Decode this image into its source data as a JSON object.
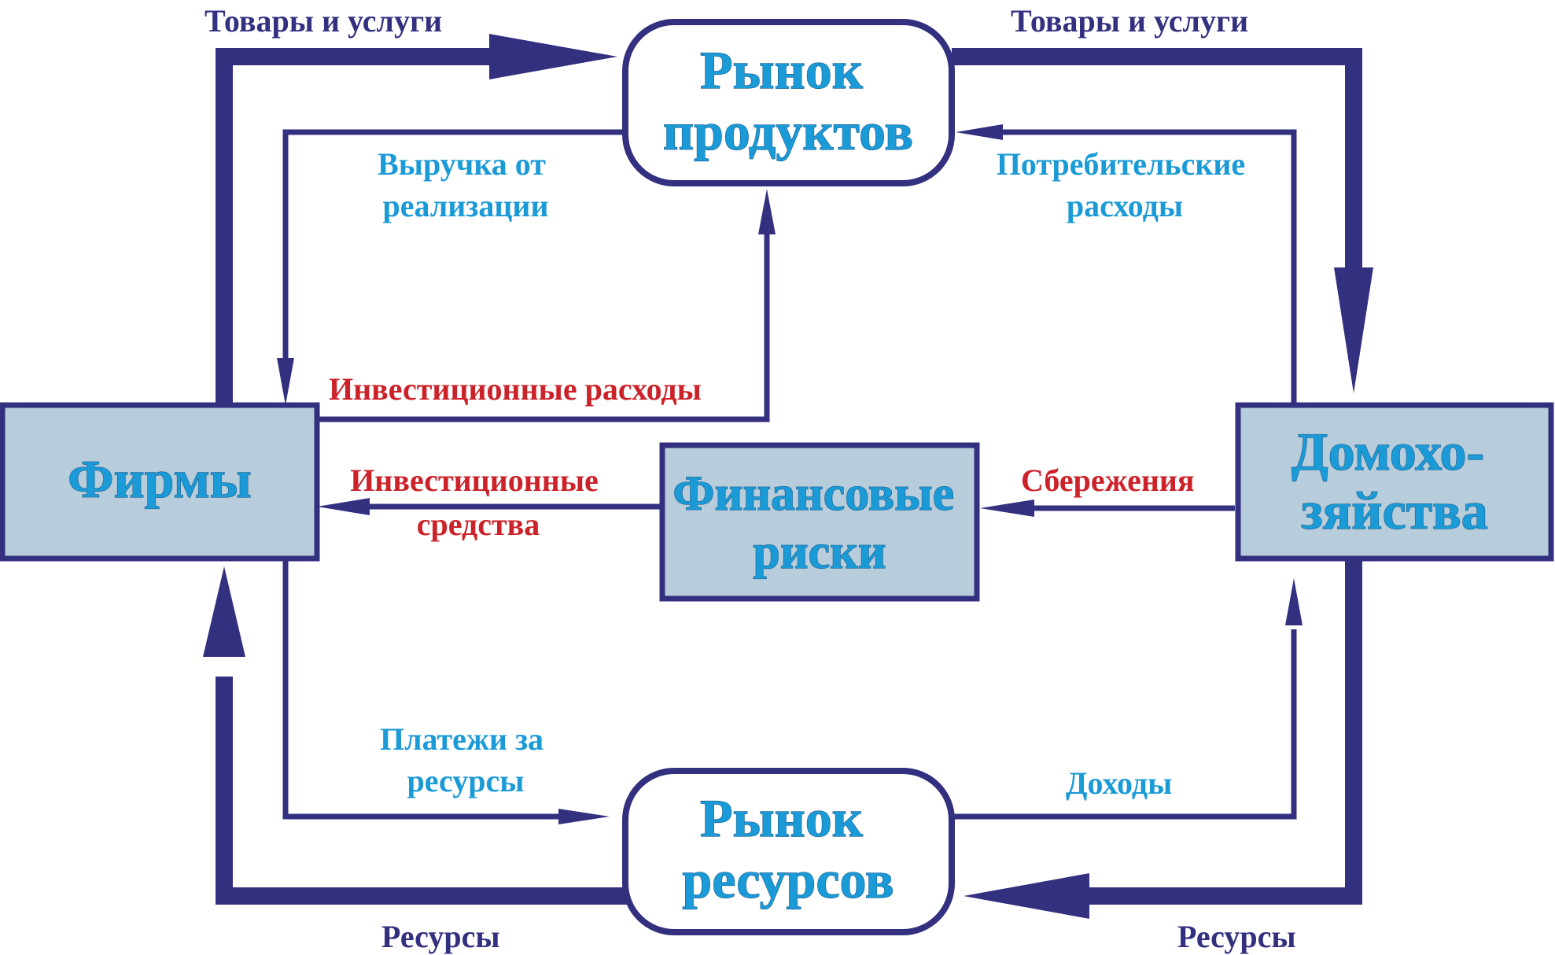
{
  "nodes": {
    "product_market": [
      "Рынок",
      "продуктов"
    ],
    "resource_market": [
      "Рынок",
      "ресурсов"
    ],
    "firms": [
      "Фирмы"
    ],
    "households": [
      "Домохо-",
      "зяйства"
    ],
    "financial_risks": [
      "Финансовые",
      "риски"
    ]
  },
  "labels": {
    "goods_left": "Товары и услуги",
    "goods_right": "Товары и услуги",
    "revenue": [
      "Выручка от",
      "реализации"
    ],
    "consumer_spending": [
      "Потребительские",
      "расходы"
    ],
    "investment_spending": "Инвестиционные расходы",
    "investment_funds": [
      "Инвестиционные",
      "средства"
    ],
    "savings": "Сбережения",
    "resource_payments": [
      "Платежи за",
      "ресурсы"
    ],
    "income": "Доходы",
    "resources_left": "Ресурсы",
    "resources_right": "Ресурсы"
  },
  "colors": {
    "flow": "#33307f",
    "box_fill": "#b8cddb",
    "node_text": "#1a9ad6",
    "label_dark": "#33307f",
    "label_light": "#1a9ad6",
    "label_red": "#cc2229"
  }
}
